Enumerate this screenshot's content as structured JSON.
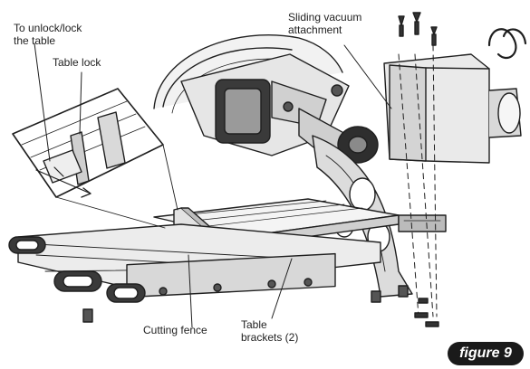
{
  "labels": {
    "unlock_lock": "To unlock/lock\nthe table",
    "table_lock": "Table lock",
    "vacuum": "Sliding vacuum\nattachment",
    "cutting_fence": "Cutting fence",
    "table_brackets": "Table\nbrackets (2)"
  },
  "figure_badge": "figure 9",
  "colors": {
    "line": "#1f1f1f",
    "fill_light": "#eeeeee",
    "fill_mid": "#bdbdbd",
    "fill_dark": "#3a3a3a",
    "badge": "#1a1a1a"
  }
}
